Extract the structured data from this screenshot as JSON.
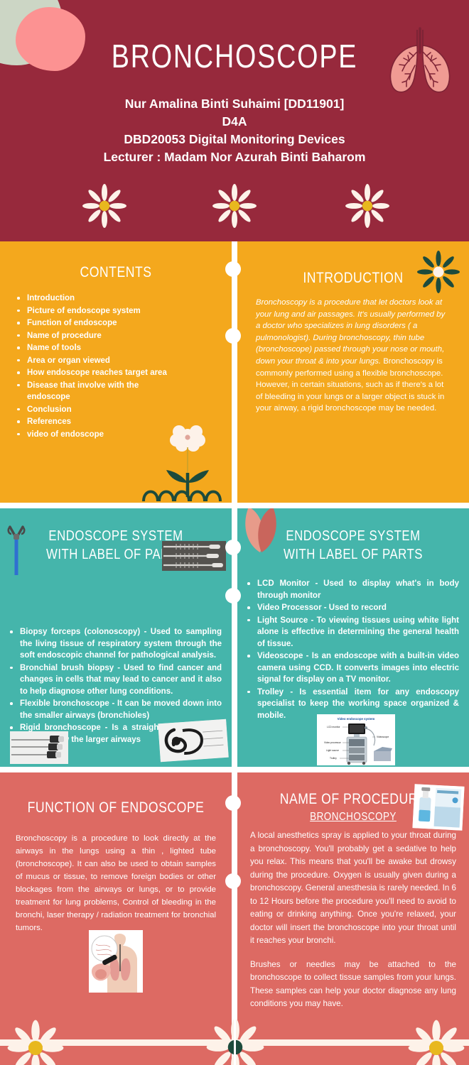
{
  "header": {
    "title": "BRONCHOSCOPE",
    "student": "Nur Amalina Binti Suhaimi [DD11901]",
    "section": "D4A",
    "course": "DBD20053 Digital Monitoring Devices",
    "lecturer": "Lecturer : Madam Nor Azurah Binti Baharom",
    "lungs_icon": "lungs-icon",
    "daisy_icon": "daisy-icon"
  },
  "contents": {
    "title": "CONTENTS",
    "items": [
      "Introduction",
      "Picture of endoscope system",
      "Function of endoscope",
      "Name of procedure",
      "Name of tools",
      "Area or organ viewed",
      "How endoscope reaches target area",
      "Disease that involve with the endoscope",
      "Conclusion",
      "References",
      "video of endoscope"
    ],
    "flower_icon": "flower-icon"
  },
  "introduction": {
    "title": "INTRODUCTION",
    "flower_icon": "dark-flower-icon",
    "text_italic": "Bronchoscopy is a procedure that let doctors look at your lung and air passages. It's usually performed by a doctor who specializes in lung disorders ( a pulmonologist). During bronchoscopy, thin tube (bronchoscope) passed through your nose or mouth, down your throat & into your lungs. ",
    "text_plain": "Bronchoscopy is commonly performed using a flexible bronchoscope. However, in certain situations, such as if there's a lot of bleeding in your lungs or a larger object is stuck in your airway, a rigid bronchoscope may be needed."
  },
  "endoscope_left": {
    "title": "ENDOSCOPE SYSTEM WITH LABEL OF PARTS",
    "items": [
      "Biopsy forceps (colonoscopy) - Used to sampling the living tissue of respiratory system through the soft endoscopic channel for pathological analysis.",
      "Bronchial brush biopsy - Used to find cancer and changes in cells that may lead to cancer and it also to help diagnose other lung conditions.",
      "Flexible bronchoscope - It can be moved down into the smaller airways (bronchioles)",
      "Rigid bronchoscope - Is a straight tube, it's only used to view the larger airways"
    ],
    "photo_forceps": "biopsy-forceps-photo",
    "photo_brush": "bronchial-brush-photo",
    "photo_rigid": "rigid-bronchoscope-photo",
    "photo_flexible": "flexible-bronchoscope-photo"
  },
  "endoscope_right": {
    "title": "ENDOSCOPE SYSTEM WITH LABEL OF PARTS",
    "items": [
      "LCD Monitor - Used to display what's in body  through monitor",
      "Video Processor - Used to record",
      "Light Source - To viewing tissues using white light alone is effective in determining the general health of tissue.",
      "Videoscope - Is an endoscope with a built-in video camera using CCD. It converts images into electric signal for display on a TV monitor.",
      "Trolley - Is essential item for any endoscopy specialist to keep the working space organized & mobile."
    ],
    "diagram": {
      "caption": "Video endoscope system",
      "labels": [
        "LCD monitor",
        "Video processor",
        "Light source",
        "Trolley",
        "Videoscope"
      ]
    },
    "leaf_icon": "leaf-petal-icon"
  },
  "function": {
    "title": "FUNCTION OF ENDOSCOPE",
    "text": "Bronchoscopy is a procedure to look directly at the airways in the lungs using a thin , lighted tube (bronchoscope). It can also be used to obtain samples of mucus or tissue, to remove foreign bodies or other blockages from the airways or lungs, or to provide treatment for lung problems, Control of bleeding in the bronchi, laser therapy / radiation treatment for bronchial tumors.",
    "photo": "bronchoscopy-lungs-photo"
  },
  "procedure": {
    "title": "NAME OF PROCEDURE",
    "subtitle": "BRONCHOSCOPY",
    "paragraph1": "A local anesthetics spray is applied to your throat during a bronchoscopy. You'll probably get a sedative to help you relax. This means that you'll be awake but drowsy during the procedure. Oxygen is usually given during a bronchoscopy. General anesthesia is rarely needed. In 6 to 12 Hours before the procedure you'll need to avoid to eating or drinking anything. Once you're relaxed, your doctor will insert the bronchoscope into your throat until it reaches your bronchi.",
    "paragraph2": "Brushes or needles may be attached to the bronchoscope to collect tissue samples from your lungs. These samples can help your doctor diagnose any lung conditions you may have.",
    "photo": "anesthetic-spray-photo"
  },
  "colors": {
    "maroon": "#97293c",
    "yellow": "#f4a81d",
    "teal": "#45b5ab",
    "coral": "#dd6a63",
    "cream": "#fdf2e9",
    "dark_green": "#1d4b3c",
    "daisy_center": "#e8b81e",
    "pink_blob": "#fc9292",
    "sage_blob": "#ccd6c5"
  }
}
